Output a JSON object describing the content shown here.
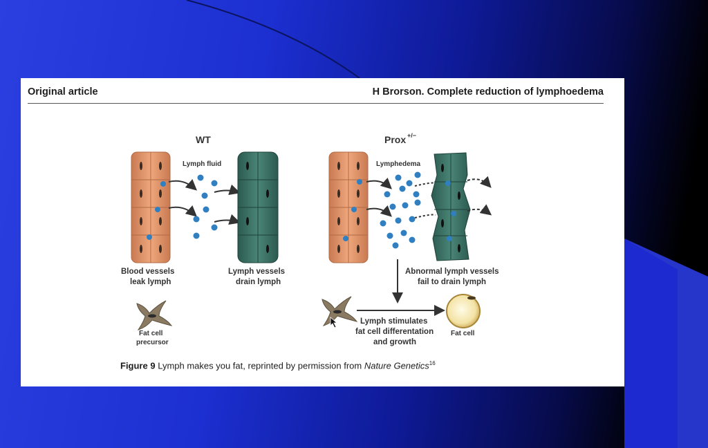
{
  "article": {
    "header_left": "Original article",
    "header_right": "H Brorson. Complete reduction of lymphoedema"
  },
  "figure": {
    "panel_wt": "WT",
    "panel_prox": "Prox",
    "panel_prox_sup": "+/−",
    "lymph_fluid": "Lymph fluid",
    "lymphedema": "Lymphedema",
    "blood_vessels_1": "Blood vessels",
    "blood_vessels_2": "leak lymph",
    "lymph_vessels_1": "Lymph vessels",
    "lymph_vessels_2": "drain lymph",
    "abnormal_1": "Abnormal lymph vessels",
    "abnormal_2": "fail to drain lymph",
    "fat_precursor_1": "Fat cell",
    "fat_precursor_2": "precursor",
    "stimulates_1": "Lymph stimulates",
    "stimulates_2": "fat cell differentation",
    "stimulates_3": "and growth",
    "fat_cell": "Fat cell"
  },
  "caption": {
    "label": "Figure 9",
    "text": " Lymph makes you fat, reprinted by permission from ",
    "journal": "Nature Genetics",
    "ref": "16"
  },
  "colors": {
    "blood_vessel": "#e2956b",
    "lymph_vessel": "#3b6e62",
    "droplet": "#2f7fc1"
  }
}
